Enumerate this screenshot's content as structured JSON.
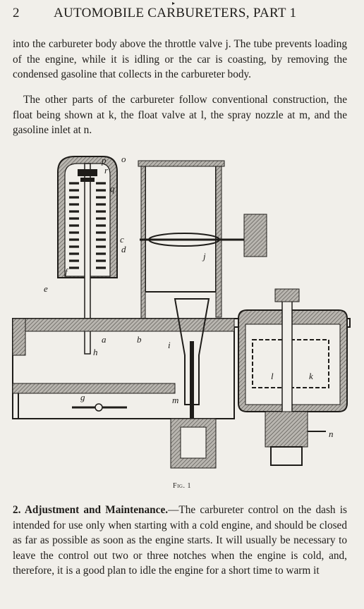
{
  "header": {
    "page_number": "2",
    "title": "AUTOMOBILE CARBURETERS, PART 1"
  },
  "paragraphs": [
    "into the carbureter body above the throttle valve j. The tube prevents loading of the engine, while it is idling or the car is coasting, by removing the condensed gasoline that collects in the carbureter body.",
    "The other parts of the carbureter follow conventional construction, the float being shown at k, the float valve at l, the spray nozzle at m, and the gasoline inlet at n."
  ],
  "figure": {
    "caption": "Fig. 1",
    "labels": {
      "p": "p",
      "o": "o",
      "r": "r",
      "q": "q",
      "c": "c",
      "d": "d",
      "f": "f",
      "e": "e",
      "j": "j",
      "a": "a",
      "b": "b",
      "h": "h",
      "i": "i",
      "l": "l",
      "k": "k",
      "g": "g",
      "m": "m",
      "n": "n"
    }
  },
  "section": {
    "heading": "2. Adjustment and Maintenance.",
    "body": "—The carbureter control on the dash is intended for use only when starting with a cold engine, and should be closed as far as possible as soon as the engine starts. It will usually be necessary to leave the control out two or three notches when the engine is cold, and, therefore, it is a good plan to idle the engine for a short time to warm it"
  },
  "top_mark": "▸",
  "colors": {
    "paper": "#f1efea",
    "ink": "#1e1c19"
  }
}
